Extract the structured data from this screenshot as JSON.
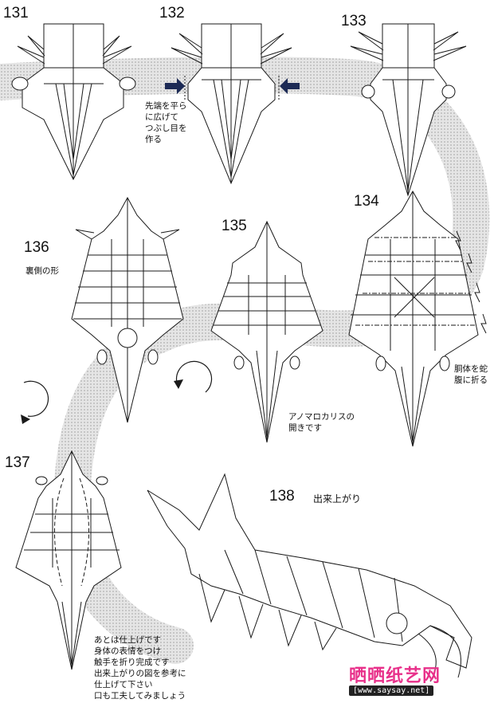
{
  "steps": {
    "s131": "131",
    "s132": "132",
    "s133": "133",
    "s134": "134",
    "s135": "135",
    "s136": "136",
    "s137": "137",
    "s138": "138"
  },
  "notes": {
    "n132": [
      "先端を平ら",
      "に広げて",
      "つぶし目を",
      "作る"
    ],
    "n136": "裏側の形",
    "n134": [
      "胴体を蛇",
      "腹に折る"
    ],
    "n135": [
      "アノマロカリスの",
      "開きです"
    ],
    "n138": "出来上がり",
    "n137": [
      "あとは仕上げです",
      "身体の表情をつけ",
      "触手を折り完成です",
      "出来上がりの図を参考に",
      "仕上げて下さい",
      "口も工夫してみましょう"
    ]
  },
  "watermark": {
    "cn": "晒晒纸艺网",
    "url": "[www.saysay.net]"
  },
  "colors": {
    "ribbon": "#c8c8c8",
    "line": "#1a1a1a",
    "arrow": "#1c2a55",
    "watermark": "#e8308a"
  }
}
